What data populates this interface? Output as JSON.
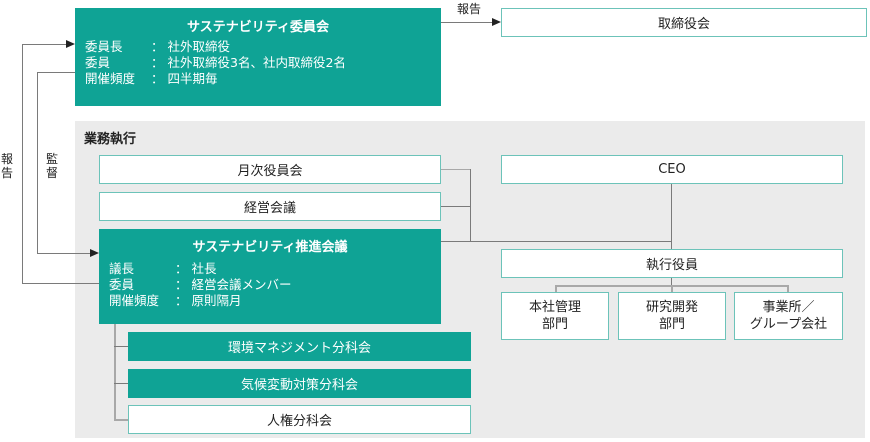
{
  "sustainability_committee": {
    "title": "サステナビリティ委員会",
    "rows": [
      {
        "key": "委員長",
        "sep": "：",
        "value": "社外取締役"
      },
      {
        "key": "委員",
        "sep": "：",
        "value": "社外取締役3名、社内取締役2名"
      },
      {
        "key": "開催頻度",
        "sep": "：",
        "value": "四半期毎"
      }
    ]
  },
  "board": {
    "label": "取締役会"
  },
  "arrows": {
    "report_to_board": "報告",
    "report_up_vertical": [
      "報",
      "告"
    ],
    "supervise_vertical": [
      "監",
      "督"
    ]
  },
  "execution_panel": {
    "title": "業務執行",
    "monthly_officers": "月次役員会",
    "management_meeting": "経営会議",
    "promotion_council": {
      "title": "サステナビリティ推進会議",
      "rows": [
        {
          "key": "議長",
          "sep": "：",
          "value": "社長"
        },
        {
          "key": "委員",
          "sep": "：",
          "value": "経営会議メンバー"
        },
        {
          "key": "開催頻度",
          "sep": "：",
          "value": "原則隔月"
        }
      ]
    },
    "subcommittees": [
      {
        "label": "環境マネジメント分科会",
        "style": "teal"
      },
      {
        "label": "気候変動対策分科会",
        "style": "teal"
      },
      {
        "label": "人権分科会",
        "style": "white"
      }
    ],
    "ceo": "CEO",
    "executive_officers": "執行役員",
    "departments": [
      {
        "line1": "本社管理",
        "line2": "部門"
      },
      {
        "line1": "研究開発",
        "line2": "部門"
      },
      {
        "line1": "事業所／",
        "line2": "グループ会社"
      }
    ]
  },
  "colors": {
    "teal": "#0fa395",
    "panel_gray": "#ebebeb",
    "box_border": "#6cc3b9",
    "line": "#7a7a7a"
  }
}
